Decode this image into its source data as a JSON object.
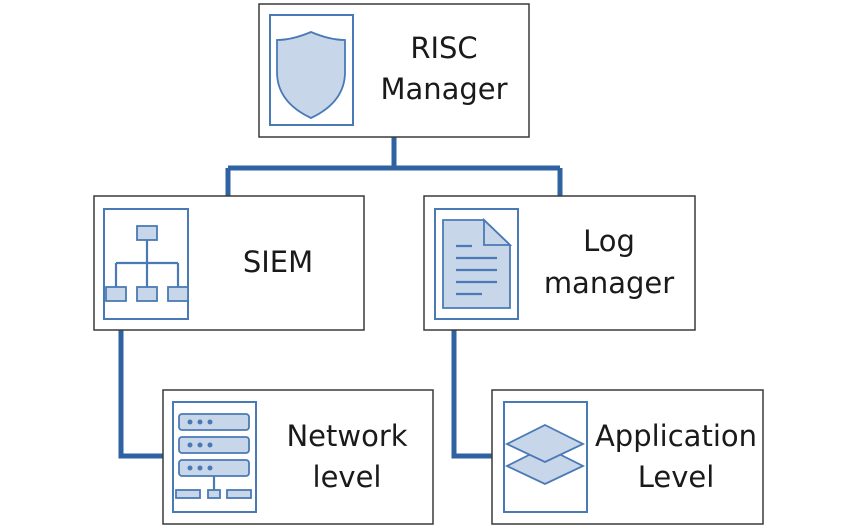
{
  "nodes": {
    "risc_manager": {
      "line1": "RISC",
      "line2": "Manager",
      "icon": "shield-icon"
    },
    "siem": {
      "line1": "SIEM",
      "icon": "hierarchy-icon"
    },
    "log_manager": {
      "line1": "Log",
      "line2": "manager",
      "icon": "document-icon"
    },
    "network_level": {
      "line1": "Network",
      "line2": "level",
      "icon": "server-rack-icon"
    },
    "application_level": {
      "line1": "Application",
      "line2": "Level",
      "icon": "layers-icon"
    }
  },
  "colors": {
    "connector": "#2f62a0",
    "icon_stroke": "#4a7ab5",
    "icon_fill": "#c8d6ea",
    "box_border": "#3a3a3a"
  }
}
